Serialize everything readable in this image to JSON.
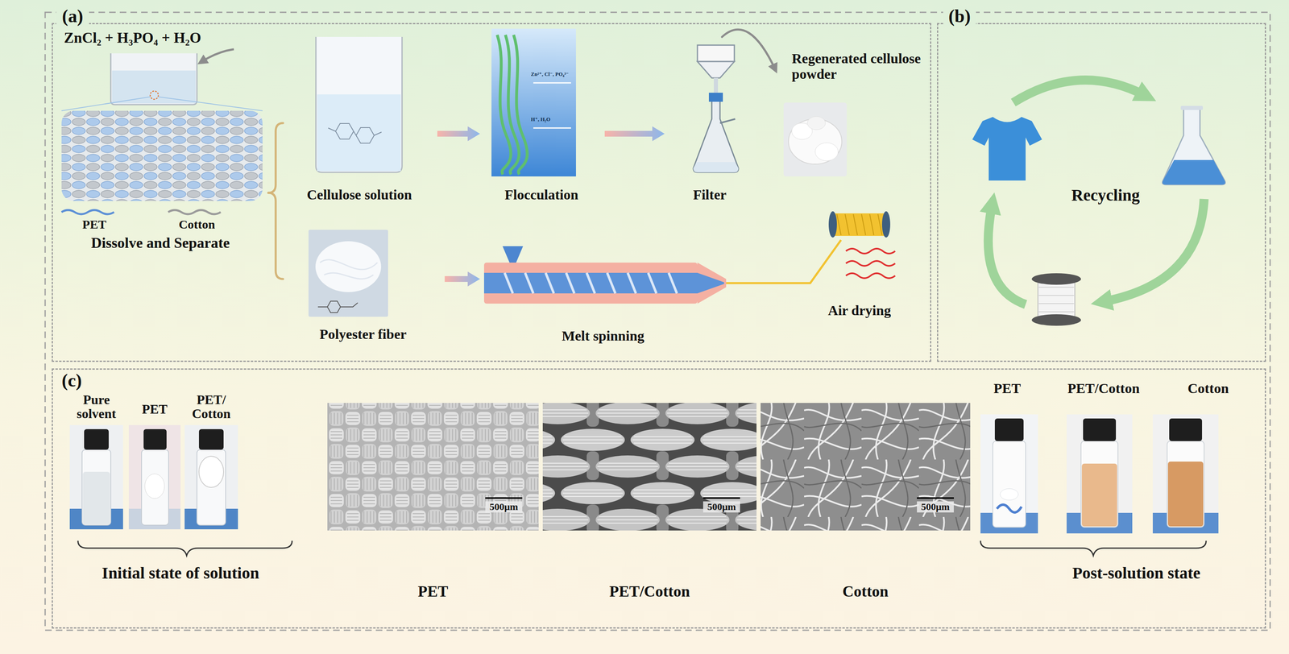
{
  "diagram": {
    "nodes": [
      {
        "text": [
          "(a)"
        ]
      },
      {
        "text": [
          "(b)"
        ]
      },
      {
        "text": [
          "(c)"
        ]
      },
      {
        "text": [
          "PET",
          "Cotton",
          "Dissolve and Separate"
        ],
        "in": 0
      },
      {
        "text": [
          "Cellulose solution"
        ],
        "in": 0
      },
      {
        "text": [
          "Flocculation"
        ],
        "in": 0
      },
      {
        "text": [
          "Filter"
        ],
        "in": 0
      },
      {
        "text": [
          "Regenerated cellulose powder"
        ],
        "in": 0
      },
      {
        "text": [
          "Polyester fiber"
        ],
        "in": 0
      },
      {
        "text": [
          "Melt spinning"
        ],
        "in": 0
      },
      {
        "text": [
          "Air drying"
        ],
        "in": 0
      },
      {
        "text": [
          "Recycling"
        ],
        "in": 1
      },
      {
        "text": [
          "Pure solvent",
          "PET",
          "PET/ Cotton",
          "Initial state of solution"
        ],
        "in": 2
      },
      {
        "text": [
          "500μm",
          "PET"
        ],
        "in": 2
      },
      {
        "text": [
          "500μm",
          "PET/Cotton"
        ],
        "in": 2
      },
      {
        "text": [
          "500μm",
          "Cotton"
        ],
        "in": 2
      },
      {
        "text": [
          "PET",
          "PET/Cotton",
          "Cotton",
          "Post-solution state"
        ],
        "in": 2
      }
    ],
    "edges": [
      {
        "from": 3,
        "to": 4,
        "arrow": "none"
      },
      {
        "from": 3,
        "to": 8,
        "arrow": "none"
      },
      {
        "from": 4,
        "to": 5,
        "arrow": "to"
      },
      {
        "from": 5,
        "to": 6,
        "arrow": "to"
      },
      {
        "from": 6,
        "to": 7,
        "arrow": "to"
      },
      {
        "from": 8,
        "to": 9,
        "arrow": "to"
      }
    ],
    "labels": [
      "ZnCl₂ + H₃PO₄ + H₂O",
      "Zn²⁺, Cl⁻, PO₄³⁻",
      "H⁺, H₂O"
    ]
  }
}
